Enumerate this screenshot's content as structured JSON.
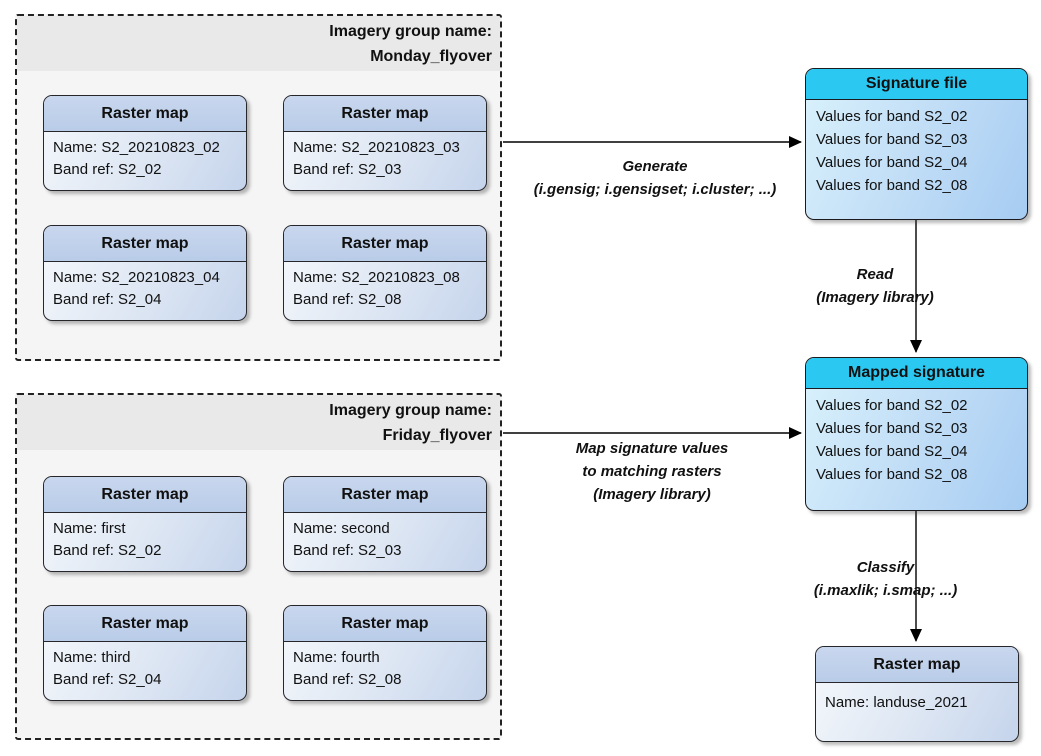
{
  "colors": {
    "signature_header_cyan": "#2bc9f2",
    "raster_header_blue": "#bccfe9",
    "raster_body_gradient_start": "#f6f9fc",
    "raster_body_gradient_end": "#c5d4ec",
    "signature_body_gradient_start": "#daf2fc",
    "signature_body_gradient_end": "#a6ccf2",
    "group_background": "#f5f5f5",
    "group_title_band": "#e9e9e9",
    "border_color": "#222222"
  },
  "groups": [
    {
      "title_line1": "Imagery group name:",
      "title_line2": "Monday_flyover",
      "rasters": [
        {
          "title": "Raster map",
          "name": "Name: S2_20210823_02",
          "band": "Band ref: S2_02"
        },
        {
          "title": "Raster map",
          "name": "Name: S2_20210823_03",
          "band": "Band ref: S2_03"
        },
        {
          "title": "Raster map",
          "name": "Name: S2_20210823_04",
          "band": "Band ref: S2_04"
        },
        {
          "title": "Raster map",
          "name": "Name: S2_20210823_08",
          "band": "Band ref: S2_08"
        }
      ]
    },
    {
      "title_line1": "Imagery group name:",
      "title_line2": "Friday_flyover",
      "rasters": [
        {
          "title": "Raster map",
          "name": "Name: first",
          "band": "Band ref: S2_02"
        },
        {
          "title": "Raster map",
          "name": "Name: second",
          "band": "Band ref: S2_03"
        },
        {
          "title": "Raster map",
          "name": "Name: third",
          "band": "Band ref: S2_04"
        },
        {
          "title": "Raster map",
          "name": "Name: fourth",
          "band": "Band ref: S2_08"
        }
      ]
    }
  ],
  "signature_file": {
    "title": "Signature file",
    "lines": [
      "Values for band S2_02",
      "Values for band S2_03",
      "Values for band S2_04",
      "Values for band S2_08"
    ]
  },
  "mapped_signature": {
    "title": "Mapped signature",
    "lines": [
      "Values for band S2_02",
      "Values for band S2_03",
      "Values for band S2_04",
      "Values for band S2_08"
    ]
  },
  "result_raster": {
    "title": "Raster map",
    "name": "Name: landuse_2021"
  },
  "arrow_labels": {
    "generate": [
      "Generate",
      "(i.gensig; i.gensigset; i.cluster; ...)"
    ],
    "read": [
      "Read",
      "(Imagery library)"
    ],
    "map_values": [
      "Map signature values",
      "to matching rasters",
      "(Imagery library)"
    ],
    "classify": [
      "Classify",
      "(i.maxlik; i.smap; ...)"
    ]
  }
}
